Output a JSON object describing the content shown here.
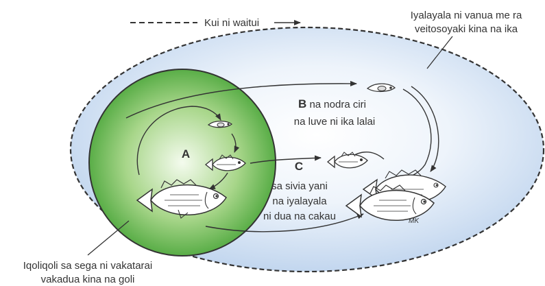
{
  "diagram": {
    "legend_label": "Kui ni waitui",
    "outer_label_line1": "Iyalayala ni vanua me ra",
    "outer_label_line2": "veitosoyaki kina na ika",
    "label_a": "A",
    "label_b_letter": "B",
    "label_b_line1_rest": " na nodra ciri",
    "label_b_line2": "na luve ni ika lalai",
    "label_c_letter": "C",
    "label_c_line1": "sa sivia yani",
    "label_c_line2": "na iyalayala",
    "label_c_line3": "ni dua na cakau",
    "bottom_label_line1": "Iqoliqoli sa sega ni vakatarai",
    "bottom_label_line2": "vakadua kina na goli",
    "artist_initials": "MK"
  },
  "colors": {
    "outer_fill": "#c9dcf2",
    "reserve_fill": "#4fae3f",
    "reserve_inner": "#e3f2d6",
    "line": "#333333"
  }
}
